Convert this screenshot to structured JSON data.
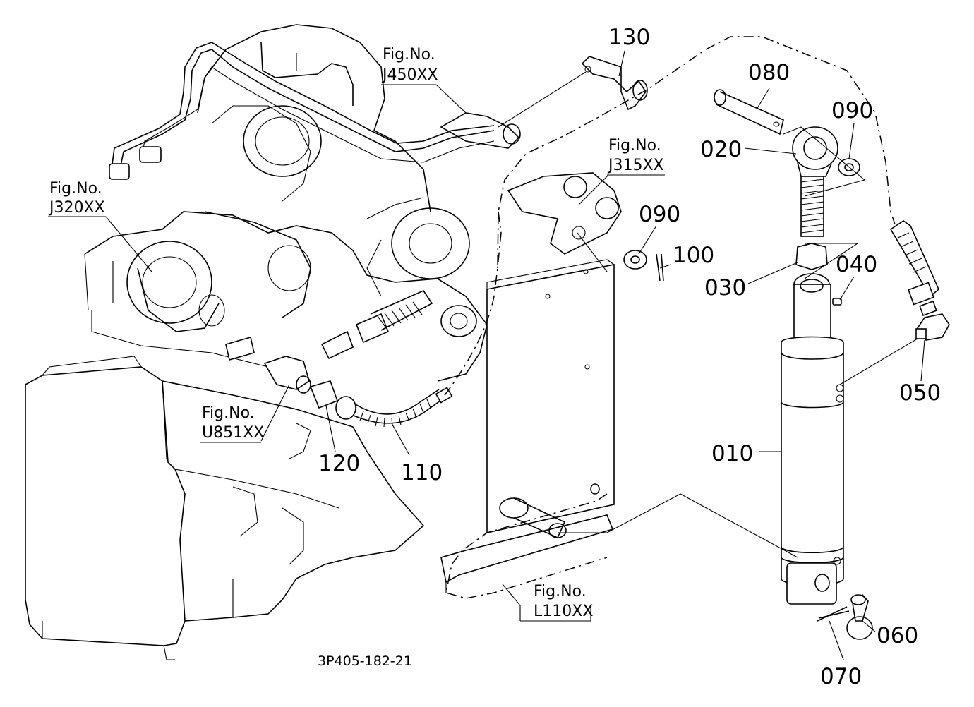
{
  "part_labels": {
    "p130": "130",
    "p080": "080",
    "p090a": "090",
    "p020": "020",
    "p090b": "090",
    "p100": "100",
    "p030": "030",
    "p040": "040",
    "p050": "050",
    "p010": "010",
    "p060": "060",
    "p070": "070",
    "p110": "110",
    "p120": "120"
  },
  "figure_refs": {
    "j450": {
      "prefix": "Fig.No.",
      "code": "J450XX"
    },
    "j315": {
      "prefix": "Fig.No.",
      "code": "J315XX"
    },
    "j320": {
      "prefix": "Fig.No.",
      "code": "J320XX"
    },
    "u851": {
      "prefix": "Fig.No.",
      "code": "U851XX"
    },
    "l110": {
      "prefix": "Fig.No.",
      "code": "L110XX"
    }
  },
  "drawing_code": "3P405-182-21"
}
